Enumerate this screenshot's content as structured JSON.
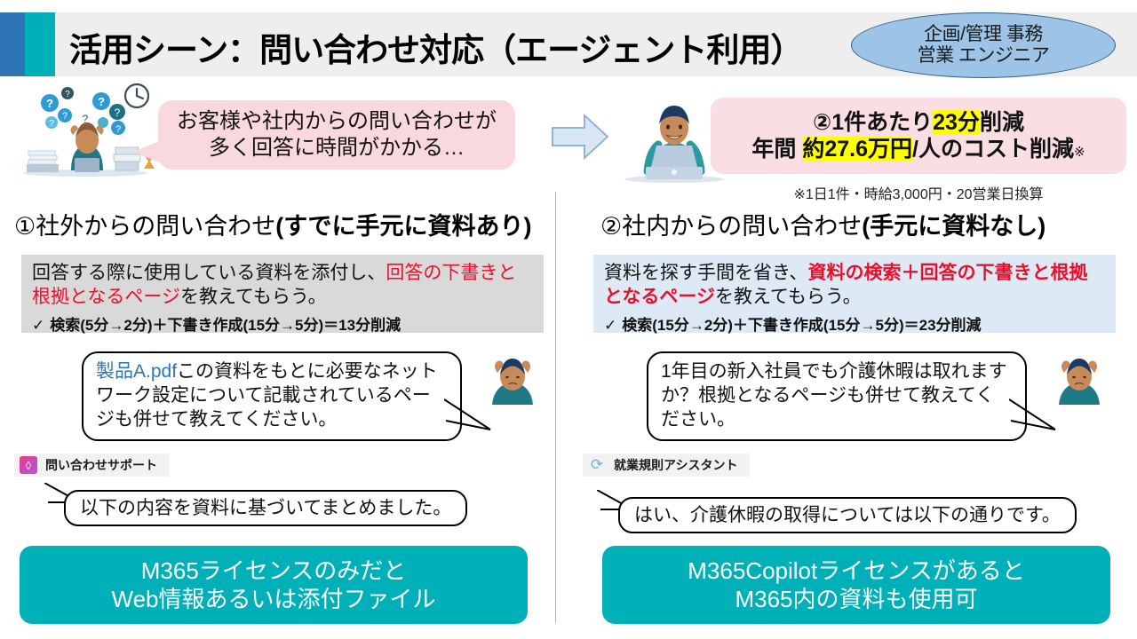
{
  "title": {
    "text": "活用シーン：問い合わせ対応（エージェント利用）",
    "accent_blue": "#2e75b6",
    "accent_teal": "#00b0b9",
    "bar_bg": "#eeeeee"
  },
  "role_badge": {
    "line1": "企画/管理 事務",
    "line2": "営業 エンジニア",
    "fill": "#9dc3e6",
    "stroke": "#2e5f8a"
  },
  "problem": {
    "bubble_line1": "お客様や社内からの問い合わせが",
    "bubble_line2": "多く回答に時間がかかる…",
    "bubble_fill": "#f9d9de",
    "illustration": "frustrated-person-with-question-marks"
  },
  "arrow": {
    "icon": "right-block-arrow",
    "fill": "#d9e7f5",
    "stroke": "#7ba7d0"
  },
  "result": {
    "line1_prefix": "②1件あたり",
    "line1_highlight": "23分",
    "line1_suffix": "削減",
    "line2_prefix": "年間 ",
    "line2_highlight": "約27.6万円",
    "line2_suffix": "/人のコスト削減",
    "line2_mark": "※",
    "footnote": "※1日1件・時給3,000円・20営業日換算",
    "box_fill": "#f9dee3",
    "highlight_color": "#ffff00",
    "illustration": "happy-person-at-laptop"
  },
  "columns": [
    {
      "heading_plain": "①社外からの問い合わせ",
      "heading_bold": "(すでに手元に資料あり)",
      "desc_box_fill": "#d9d9d9",
      "desc_part1": "回答する際に使用している資料を添付し、",
      "desc_part2_red": "回答の下書きと根拠となるページ",
      "desc_part3": "を教えてもらう。",
      "check_mark": "✓",
      "check_text": "検索(5分→2分)＋下書き作成(15分→5分)＝13分削減",
      "question": {
        "file": "製品A.pdf",
        "rest": "この資料をもとに必要なネットワーク設定について記載されているページも併せて教えてください。",
        "avatar": "frustrated-person-avatar"
      },
      "agent": {
        "icon": "copilot-agent-icon",
        "name": "問い合わせサポート",
        "answer": "以下の内容を資料に基づいてまとめました。"
      },
      "footer_line1": "M365ライセンスのみだと",
      "footer_line2": "Web情報あるいは添付ファイル",
      "footer_fill": "#00b0b9"
    },
    {
      "heading_plain": "②社内からの問い合わせ",
      "heading_bold": "(手元に資料なし)",
      "desc_box_fill": "#ddeaf6",
      "desc_part1": "資料を探す手間を省き、",
      "desc_part2_red": "資料の検索＋回答の下書きと根拠となるページ",
      "desc_part3": "を教えてもらう。",
      "check_mark": "✓",
      "check_text": "検索(15分→2分)＋下書き作成(15分→5分)＝23分削減",
      "question": {
        "file": "",
        "rest": "1年目の新入社員でも介護休暇は取れますか？根拠となるページも併せて教えてください。",
        "avatar": "frustrated-person-avatar"
      },
      "agent": {
        "icon": "refresh-circle-icon",
        "name": "就業規則アシスタント",
        "answer": "はい、介護休暇の取得については以下の通りです。"
      },
      "footer_line1": "M365Copilotライセンスがあると",
      "footer_line2": "M365内の資料も使用可",
      "footer_fill": "#00b0b9"
    }
  ]
}
